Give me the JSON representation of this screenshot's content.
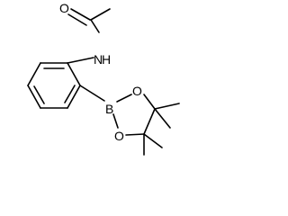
{
  "molecule": {
    "atoms": {
      "carbonyl_oxygen": "O",
      "amide_nitrogen": "N",
      "amide_hydrogen": "H",
      "boron": "B",
      "ring_oxygen_top": "O",
      "ring_oxygen_bottom": "O"
    }
  },
  "colors": {
    "bond": "#000000",
    "label": "#000000",
    "background": "#ffffff"
  }
}
